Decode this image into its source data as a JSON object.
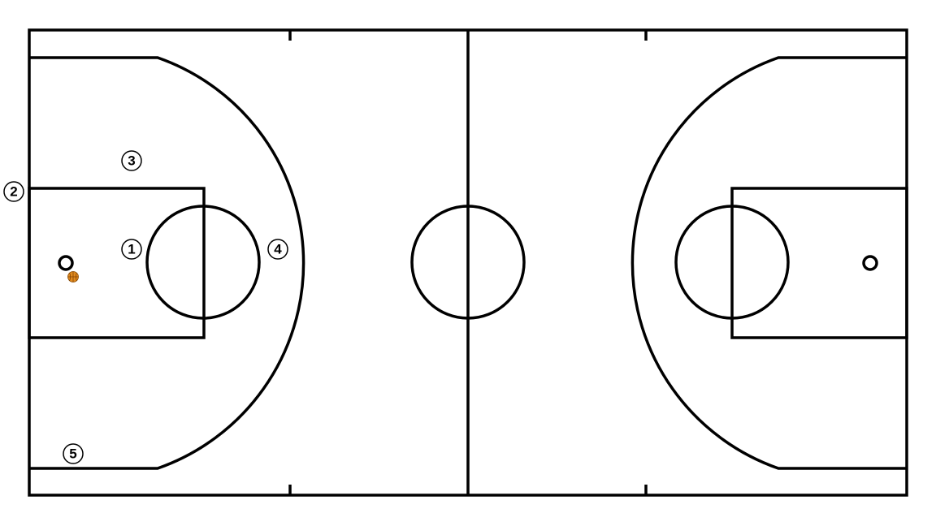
{
  "court": {
    "line_color": "#000000",
    "background_color": "#ffffff"
  },
  "ball": {
    "icon": "basketball-icon",
    "color": "#e08a1e"
  },
  "players": [
    {
      "id": "player-1",
      "label": "1"
    },
    {
      "id": "player-2",
      "label": "2"
    },
    {
      "id": "player-3",
      "label": "3"
    },
    {
      "id": "player-4",
      "label": "4"
    },
    {
      "id": "player-5",
      "label": "5"
    }
  ]
}
